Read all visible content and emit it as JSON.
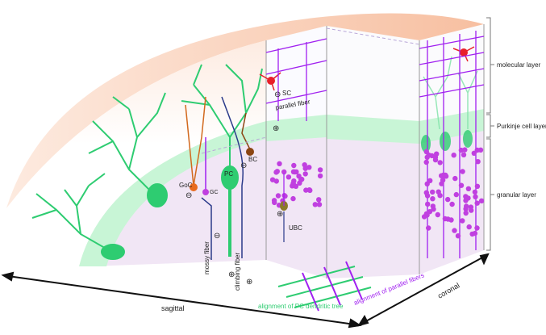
{
  "layer_labels": {
    "molecular": "molecular layer",
    "purkinje": "Purkinje cell layer",
    "granular": "granular layer"
  },
  "cell_labels": {
    "sc": "SC",
    "parallel_fiber": "parallel fiber",
    "pc": "PC",
    "bc": "BC",
    "goc": "GoC",
    "gc": "GC",
    "ubc": "UBC",
    "mossy_fiber": "mossy fiber",
    "climbing_fiber": "climbing fiber"
  },
  "signs": {
    "plus": "⊕",
    "minus": "⊖"
  },
  "axes": {
    "sagittal": "sagittal",
    "coronal": "coronal",
    "alignment_pc": "alignment of PC dendritic tree",
    "alignment_pf": "alignment of parallel fibers"
  },
  "colors": {
    "purkinje_green": "#2ecc71",
    "parallel_fiber_purple": "#a020f0",
    "granule_purple": "#c040e0",
    "stellate_red": "#e8202a",
    "golgi_orange": "#d2691e",
    "climbing_fiber_blue": "#2a3a8a",
    "granular_bg": "#f1e6f5",
    "purkinje_band": "#c8f5d6",
    "molecular_top": "#f6c8b0"
  }
}
